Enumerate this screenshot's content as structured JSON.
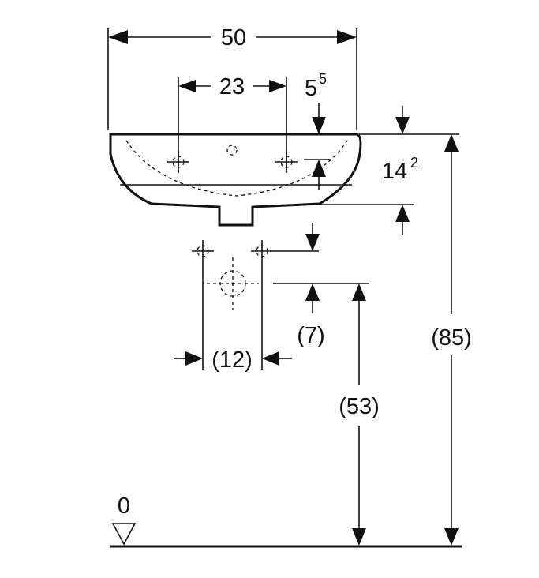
{
  "dimensions": {
    "overall_width": "50",
    "tap_hole_spacing": "23",
    "rim_offset_main": "5",
    "rim_offset_sup": "5",
    "basin_depth_main": "14",
    "basin_depth_sup": "2",
    "supply_spacing": "(12)",
    "supply_offset": "(7)",
    "drain_height": "(53)",
    "rim_height": "(85)",
    "floor_level": "0"
  },
  "colors": {
    "line": "#111111",
    "background": "#ffffff"
  }
}
